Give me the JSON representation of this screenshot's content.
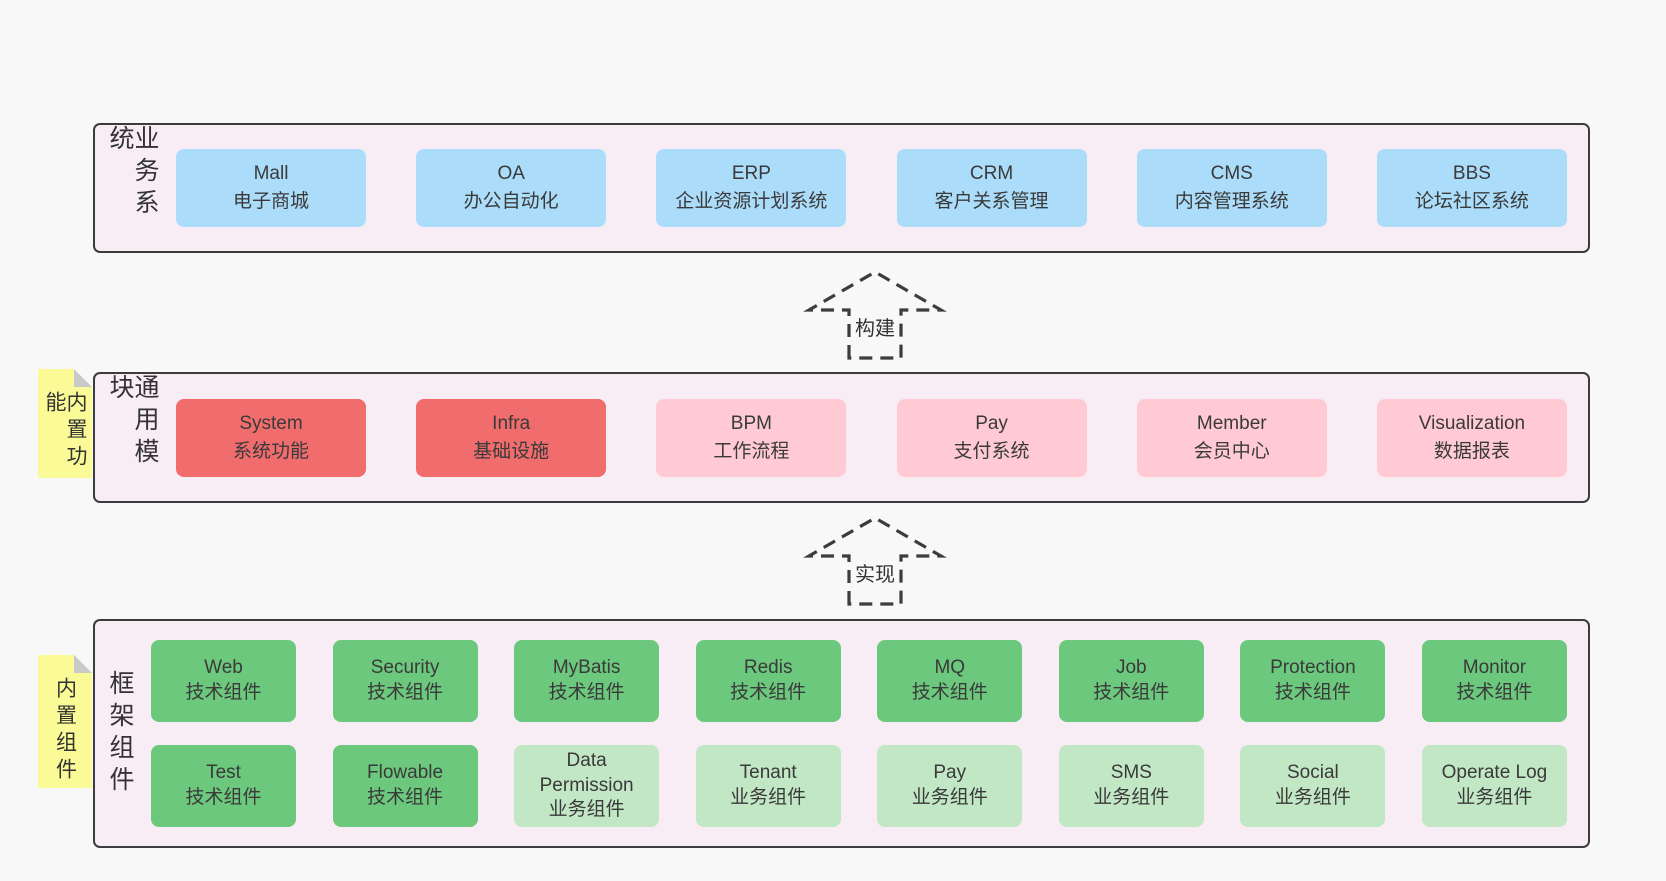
{
  "diagram": {
    "arrows": [
      {
        "label": "构建"
      },
      {
        "label": "实现"
      }
    ],
    "notes": [
      {
        "text": "内置功能"
      },
      {
        "text": "内置组件"
      }
    ],
    "layers": [
      {
        "label": "业务系统",
        "items": [
          {
            "name": "Mall",
            "desc": "电子商城"
          },
          {
            "name": "OA",
            "desc": "办公自动化"
          },
          {
            "name": "ERP",
            "desc": "企业资源计划系统"
          },
          {
            "name": "CRM",
            "desc": "客户关系管理"
          },
          {
            "name": "CMS",
            "desc": "内容管理系统"
          },
          {
            "name": "BBS",
            "desc": "论坛社区系统"
          }
        ]
      },
      {
        "label": "通用模块",
        "items": [
          {
            "name": "System",
            "desc": "系统功能"
          },
          {
            "name": "Infra",
            "desc": "基础设施"
          },
          {
            "name": "BPM",
            "desc": "工作流程"
          },
          {
            "name": "Pay",
            "desc": "支付系统"
          },
          {
            "name": "Member",
            "desc": "会员中心"
          },
          {
            "name": "Visualization",
            "desc": "数据报表"
          }
        ]
      },
      {
        "label": "框架组件",
        "items": [
          {
            "name": "Web",
            "desc": "技术组件"
          },
          {
            "name": "Security",
            "desc": "技术组件"
          },
          {
            "name": "MyBatis",
            "desc": "技术组件"
          },
          {
            "name": "Redis",
            "desc": "技术组件"
          },
          {
            "name": "MQ",
            "desc": "技术组件"
          },
          {
            "name": "Job",
            "desc": "技术组件"
          },
          {
            "name": "Protection",
            "desc": "技术组件"
          },
          {
            "name": "Monitor",
            "desc": "技术组件"
          },
          {
            "name": "Test",
            "desc": "技术组件"
          },
          {
            "name": "Flowable",
            "desc": "技术组件"
          },
          {
            "name": "Data Permission",
            "desc": "业务组件"
          },
          {
            "name": "Tenant",
            "desc": "业务组件"
          },
          {
            "name": "Pay",
            "desc": "业务组件"
          },
          {
            "name": "SMS",
            "desc": "业务组件"
          },
          {
            "name": "Social",
            "desc": "业务组件"
          },
          {
            "name": "Operate Log",
            "desc": "业务组件"
          }
        ]
      }
    ],
    "colors": {
      "page_bg": "#f8f8f8",
      "layer_bg": "#f8ecf5",
      "layer_border": "#3c3c3c",
      "business_box": "#abdcfa",
      "core_module_box": "#f16c6c",
      "optional_module_box": "#ffcad3",
      "tech_component_box": "#6cc87c",
      "biz_component_box": "#c2e7c4",
      "sticky_note": "#fafa96",
      "sticky_fold": "#c9c9c9",
      "text": "#3a3a3a"
    }
  }
}
